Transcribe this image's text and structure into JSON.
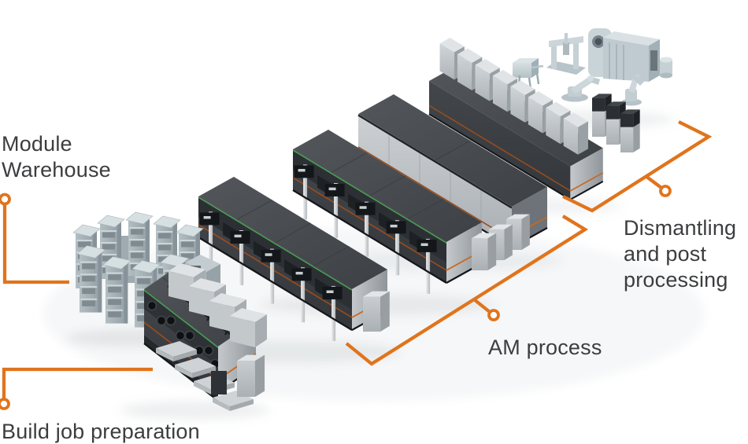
{
  "figure": {
    "type": "isometric-process-diagram",
    "subject": "Additive manufacturing production line",
    "background": "#FFFFFF"
  },
  "colors": {
    "accent-orange": "#E0741C",
    "accent-green": "#46A94F",
    "label-text": "#3C3D3F"
  },
  "labels": {
    "module_warehouse": {
      "line1": "Module",
      "line2": "Warehouse"
    },
    "build_job_preparation": {
      "line1": "Build job preparation"
    },
    "am_process": {
      "line1": "AM process"
    },
    "dismantling": {
      "line1": "Dismantling",
      "line2": "and post",
      "line3": "processing"
    }
  },
  "scene_elements": [
    "module-warehouse-carousel",
    "build-job-preparation-machine",
    "am-machine-row-1",
    "am-machine-row-2",
    "am-machine-row-3",
    "dismantling-machine-row",
    "post-processing-equipment",
    "robot-arm",
    "transport-pedestals"
  ]
}
